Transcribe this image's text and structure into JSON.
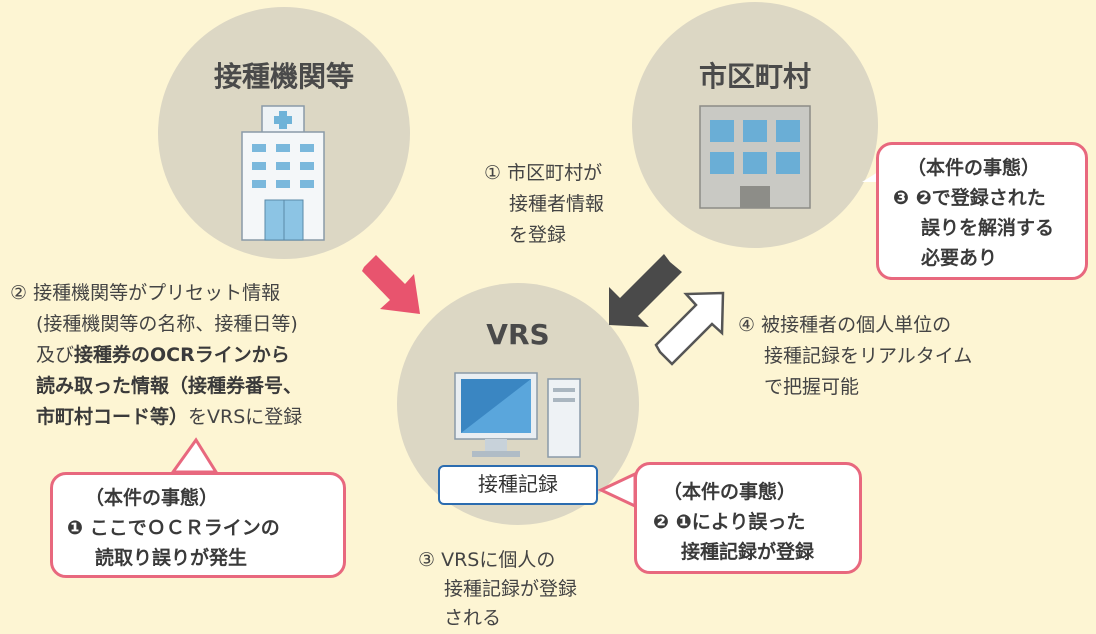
{
  "nodes": {
    "clinic": "接種機関等",
    "municipality": "市区町村",
    "vrs": "VRS",
    "record_box": "接種記録"
  },
  "steps": {
    "step1": [
      "① 市区町村が",
      "接種者情報",
      "を登録"
    ],
    "step2": {
      "line1": "② 接種機関等がプリセット情報",
      "line2": "(接種機関等の名称、接種日等)",
      "line3_pre": "及び",
      "line3_bold": "接種券のOCRラインから",
      "line4_bold": "読み取った情報（接種券番号、",
      "line5_bold": "市町村コード等）",
      "line5_post": "をVRSに登録"
    },
    "step3": [
      "③ VRSに個人の",
      "接種記録が登録",
      "される"
    ],
    "step4": [
      "④ 被接種者の個人単位の",
      "接種記録をリアルタイム",
      "で把握可能"
    ]
  },
  "callouts": {
    "c1": [
      "（本件の事態）",
      "❶ ここでＯＣＲラインの",
      "読取り誤りが発生"
    ],
    "c2": [
      "（本件の事態）",
      "❷ ❶により誤った",
      "接種記録が登録"
    ],
    "c3": [
      "（本件の事態）",
      "❸ ❷で登録された",
      "誤りを解消する",
      "必要あり"
    ]
  },
  "colors": {
    "background": "#fdf5d3",
    "circle": "#dcd7c4",
    "callout_border": "#e8687e",
    "pink_arrow": "#e8546e",
    "dark_arrow": "#4a4a4a",
    "record_border": "#2b6cb0"
  }
}
